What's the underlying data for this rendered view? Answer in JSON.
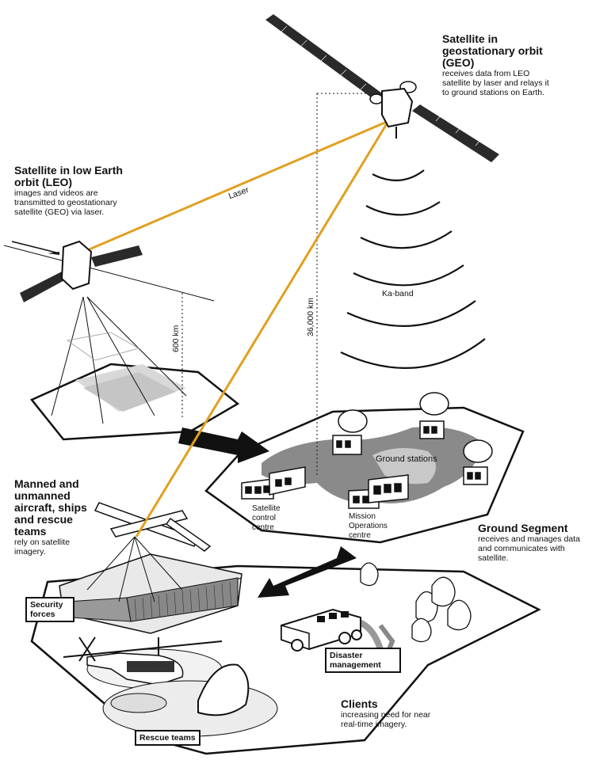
{
  "geo": {
    "title": "Satellite in geostationary orbit (GEO)",
    "description": "receives data from LEO satellite by laser and relays it to ground stations on Earth."
  },
  "leo": {
    "title": "Satellite in low Earth orbit (LEO)",
    "description": "images and videos are transmitted to geostationary satellite (GEO) via laser."
  },
  "links": {
    "laser": "Laser",
    "ka_band": "Ka-band",
    "altitude_leo": "600 km",
    "altitude_geo": "36,000 km"
  },
  "ground_segment": {
    "title": "Ground Segment",
    "description": "receives and manages data and communicates with satellite.",
    "ground_stations": "Ground stations",
    "satellite_control": "Satellite control centre",
    "mission_ops": "Mission Operations centre"
  },
  "aircraft": {
    "title": "Manned and unmanned aircraft, ships and rescue teams",
    "description": "rely on satellite imagery."
  },
  "clients": {
    "title": "Clients",
    "description": "increasing need for near real-time imagery.",
    "security": "Security forces",
    "disaster": "Disaster management",
    "rescue": "Rescue teams"
  },
  "colors": {
    "laser": "#e0a020",
    "ink": "#111111",
    "map": "#7a7a7a",
    "plate": "#ffffff"
  }
}
